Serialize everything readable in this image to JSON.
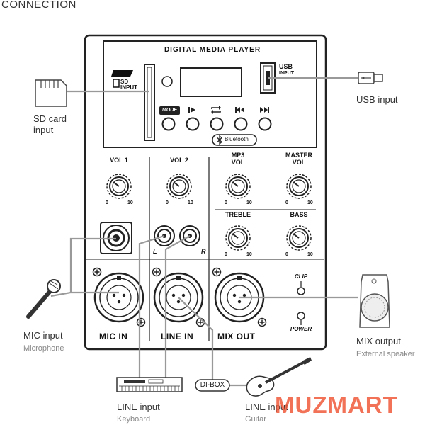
{
  "heading": "CONNECTION",
  "player": {
    "title": "DIGITAL MEDIA PLAYER",
    "usb_label": "USB",
    "usb_sub": "INPUT",
    "sd_label": "SD",
    "sd_sub": "INPUT",
    "mode_label": "MODE",
    "bluetooth": "Bluetooth"
  },
  "knobs": {
    "vol1": "VOL 1",
    "vol2": "VOL 2",
    "mp3_vol": "MP3\nVOL",
    "master_vol": "MASTER\nVOL",
    "treble": "TREBLE",
    "bass": "BASS",
    "scale_min": "0",
    "scale_max": "10"
  },
  "jacks": {
    "left": "L",
    "right": "R"
  },
  "sections": {
    "mic_in": "MIC IN",
    "line_in": "LINE IN",
    "mix_out": "MIX OUT"
  },
  "indicators": {
    "clip": "CLIP",
    "power": "POWER"
  },
  "callouts": {
    "sd_card": "SD card\ninput",
    "usb_input": "USB input",
    "mic_input": "MIC input",
    "mic_sub": "Microphone",
    "mix_output": "MIX output",
    "mix_sub": "External speaker",
    "line_keyboard": "LINE input",
    "keyboard_sub": "Keyboard",
    "line_guitar": "LINE input",
    "guitar_sub": "Guitar",
    "dibox": "DI-BOX"
  },
  "watermark": "MUZMART",
  "colors": {
    "panel": "#ffffff",
    "outline": "#222222",
    "cable": "#9a9a9a",
    "watermark": "#f05a3c"
  }
}
